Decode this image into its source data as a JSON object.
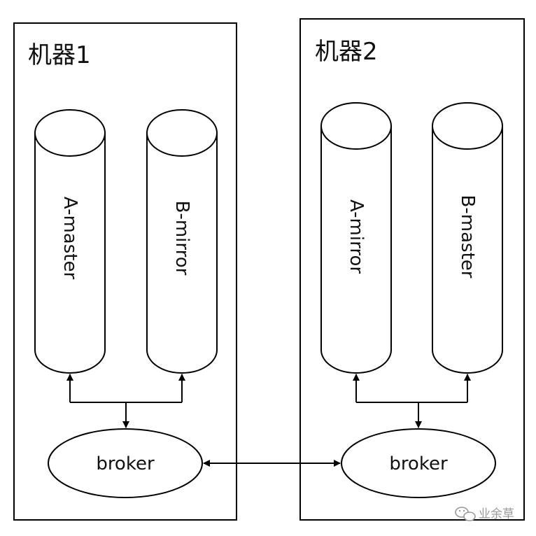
{
  "colors": {
    "stroke": "#000000",
    "background": "#ffffff",
    "text": "#111111",
    "watermark": "#9a9a9a"
  },
  "machine1": {
    "title": "机器1",
    "db_left": "A-master",
    "db_right": "B-mirror",
    "broker": "broker"
  },
  "machine2": {
    "title": "机器2",
    "db_left": "A-mirror",
    "db_right": "B-master",
    "broker": "broker"
  },
  "watermark": {
    "text": "业余草",
    "icon": "wechat-icon"
  }
}
